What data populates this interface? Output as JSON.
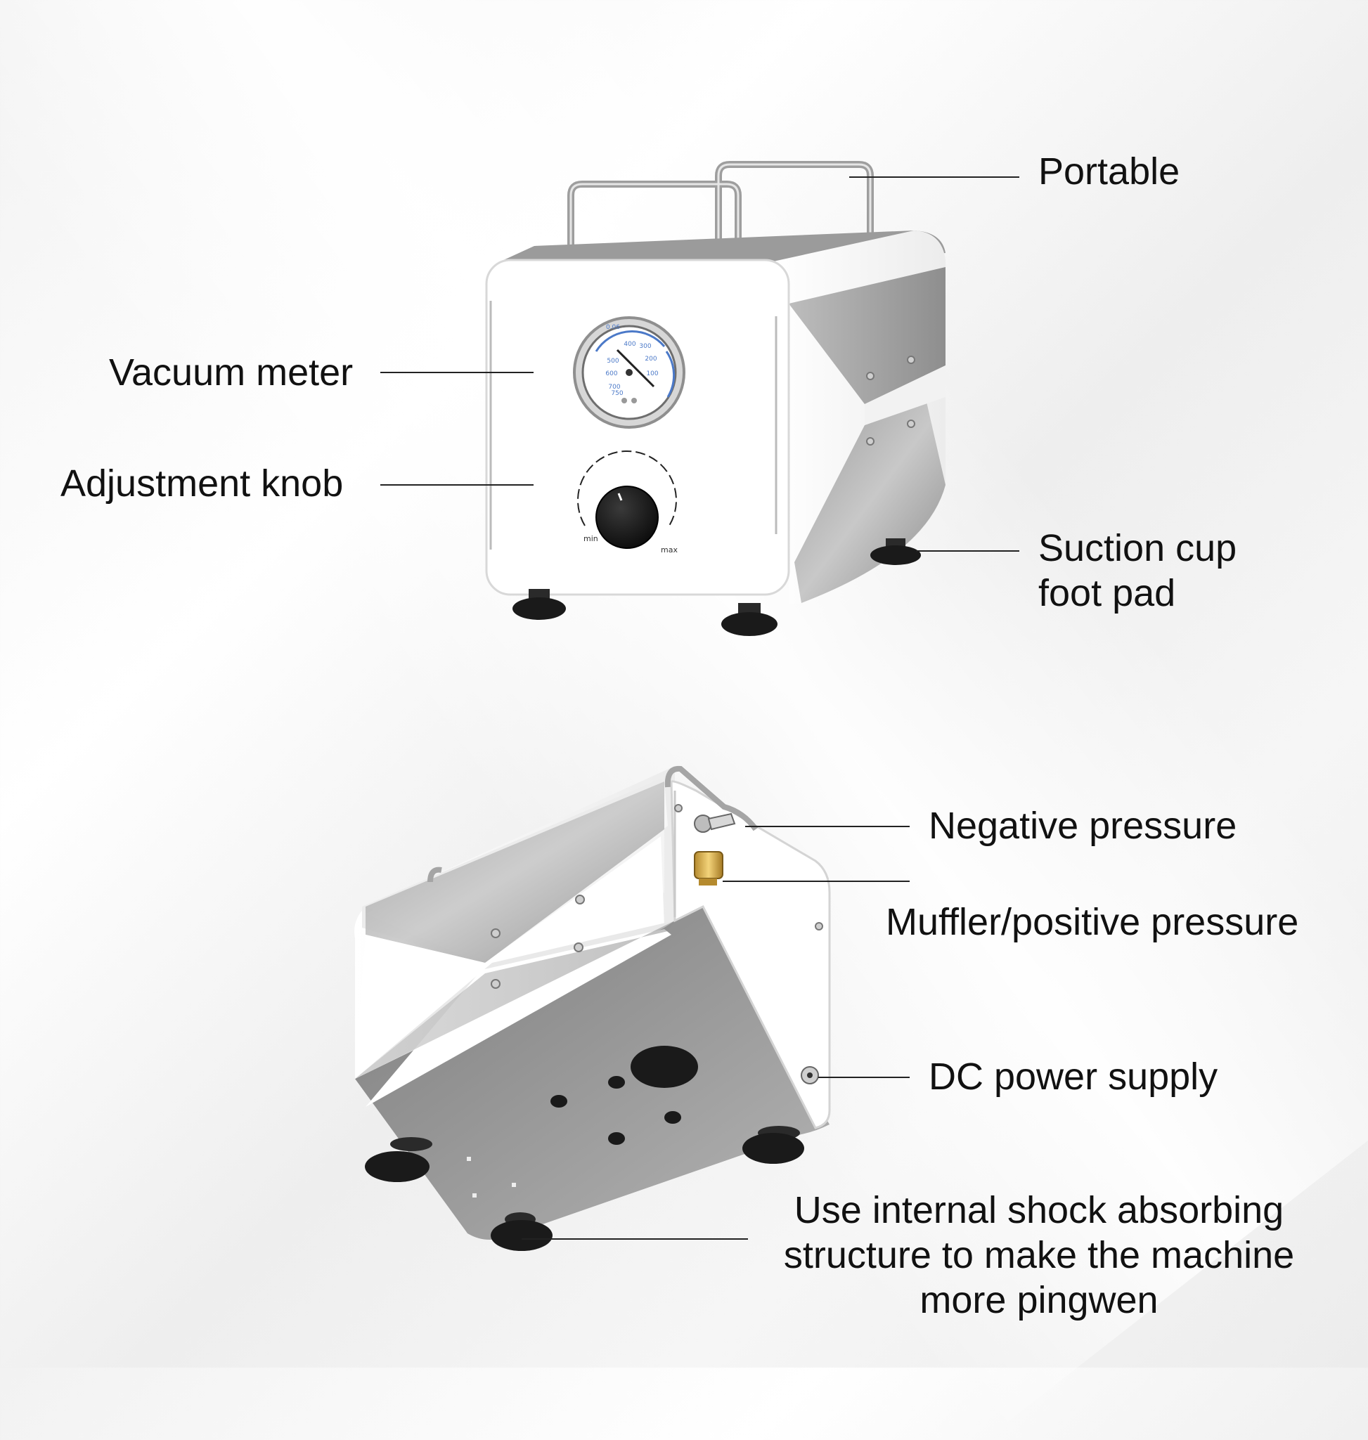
{
  "callouts": {
    "portable": "Portable",
    "vacuum_meter": "Vacuum meter",
    "adjustment_knob": "Adjustment knob",
    "suction_cup": "Suction cup\nfoot pad",
    "negative_pressure": "Negative pressure",
    "muffler": "Muffler/positive pressure",
    "dc_power": "DC power supply",
    "shock_absorbing": "Use internal shock absorbing\nstructure to make the machine\nmore pingwen"
  },
  "knob": {
    "min_label": "min",
    "max_label": "max"
  },
  "gauge": {
    "scale_labels": [
      "0.06",
      "400",
      "300",
      "500",
      "200",
      "600",
      "100",
      "700",
      "750"
    ]
  }
}
